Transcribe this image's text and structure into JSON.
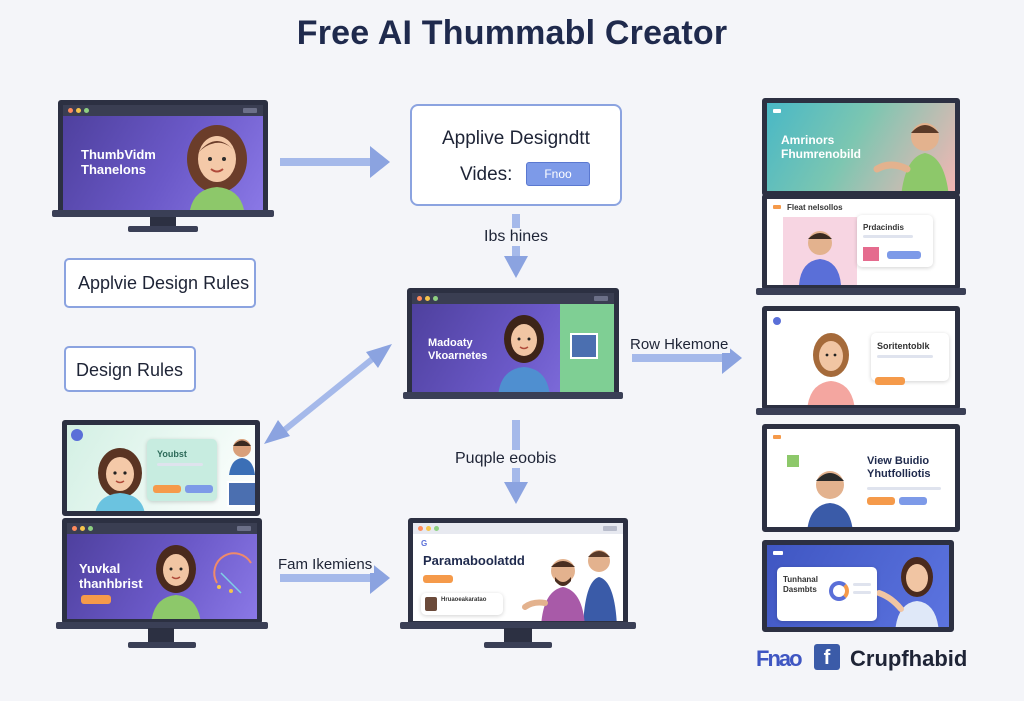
{
  "title": "Free AI Thummabl Creator",
  "boxes": {
    "center_top_line1": "Applive Designdtt",
    "center_top_line2": "Vides:",
    "center_top_button": "Fnoo",
    "rule_box_1": "Applvie Design Rules",
    "rule_box_2": "Design Rules"
  },
  "arrow_labels": {
    "lbs": "Ibs hines",
    "row": "Row Hkemone",
    "pupple": "Puqple eoobis",
    "fam": "Fam Ikemiens"
  },
  "screens": {
    "left_top_text": "ThumbVidm Thanelons",
    "left_mid_card_title": "Youbst",
    "left_bottom_text": "Yuvkal thanhbrist",
    "center_mid_text": "Madoaty Vkoarnetes",
    "center_bottom_title": "Paramaboolatdd",
    "center_bottom_card_title": "Hruaoeakaratao",
    "right1_text": "Amrinors Fhumrenobild",
    "right2_header": "Fleat nelsollos",
    "right2_card": "Prdacindis",
    "right3_card": "Soritentoblk",
    "right4_text": "View Buidio Yhutfolliotis",
    "right5_card": "Tunhanal Dasmbts"
  },
  "brand": {
    "name": "Crupfhabid",
    "icon_letters": "Fnao",
    "facebook_glyph": "f"
  },
  "colors": {
    "accent": "#8ba3e0",
    "title": "#1f2a4d",
    "orange": "#f59a4a",
    "purple": "#5a4bb5"
  }
}
